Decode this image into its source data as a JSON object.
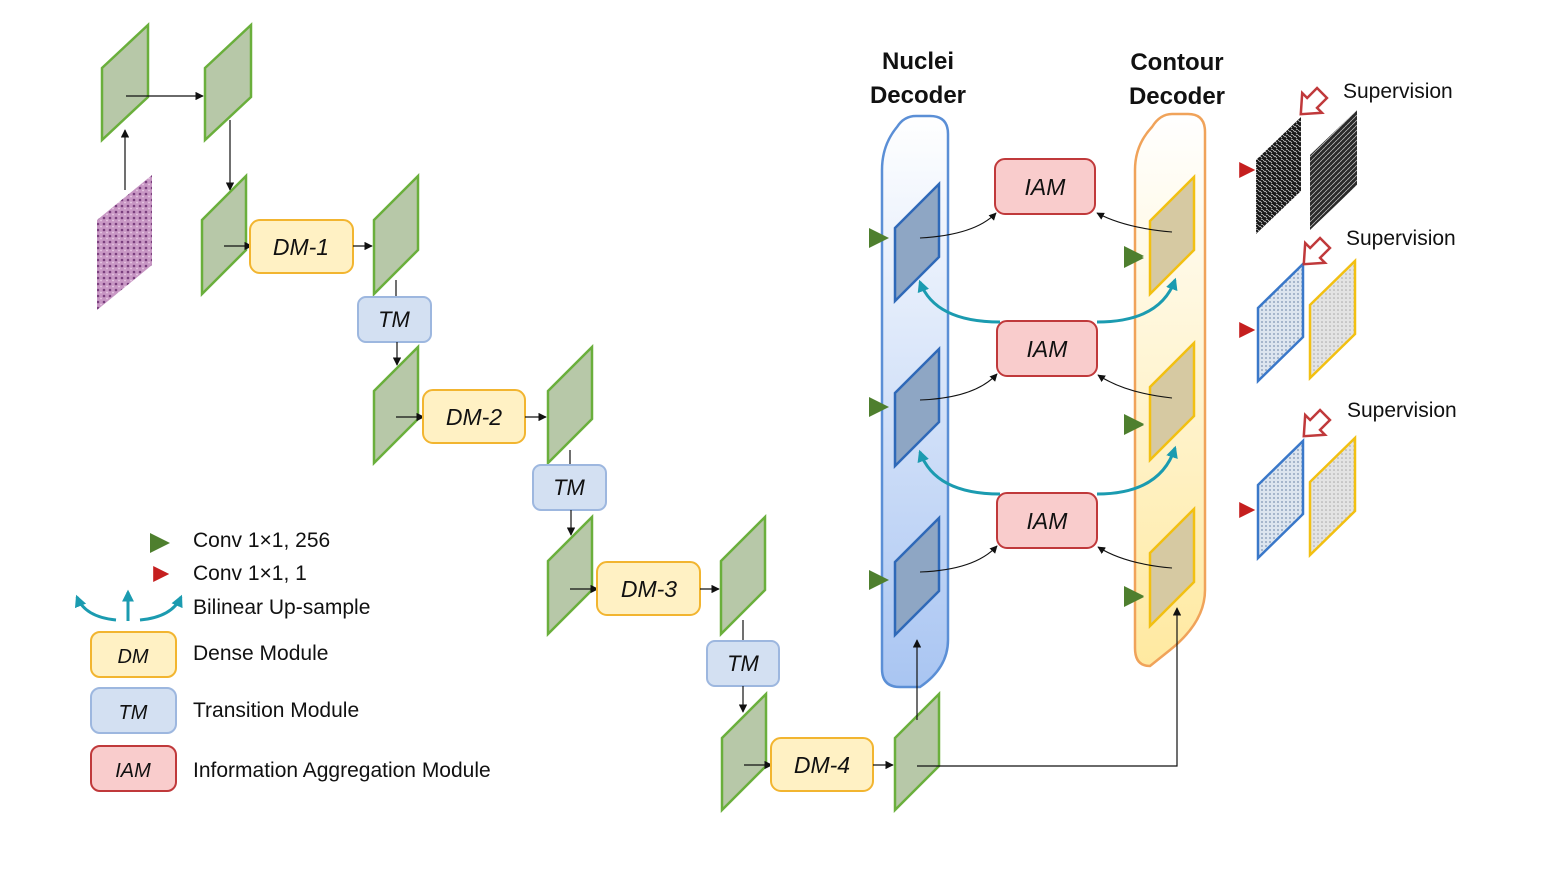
{
  "headers": {
    "nuclei": [
      "Nuclei",
      "Decoder"
    ],
    "contour": [
      "Contour",
      "Decoder"
    ]
  },
  "modules": {
    "dm": [
      "DM-1",
      "DM-2",
      "DM-3",
      "DM-4"
    ],
    "tm": [
      "TM",
      "TM",
      "TM"
    ],
    "iam": [
      "IAM",
      "IAM",
      "IAM"
    ]
  },
  "supervision": [
    "Supervision",
    "Supervision",
    "Supervision"
  ],
  "legend": {
    "conv256": "Conv 1×1, 256",
    "conv1": "Conv 1×1, 1",
    "upsample": "Bilinear Up-sample",
    "dm_key": "DM",
    "dm_desc": "Dense Module",
    "tm_key": "TM",
    "tm_desc": "Transition Module",
    "iam_key": "IAM",
    "iam_desc": "Information Aggregation Module"
  },
  "colors": {
    "green_panel": "#b7c8a8",
    "green_border": "#6aaf3c",
    "dm_fill": "#fff1c4",
    "dm_border": "#f2b530",
    "tm_fill": "#d3e0f2",
    "tm_border": "#9db7df",
    "iam_fill": "#f9cccc",
    "iam_border": "#c0393b",
    "nuclei_panel": "#8ea6c4",
    "contour_panel": "#d6c9a2",
    "teal_arrow": "#1b9bb0",
    "red_arrow": "#c51f1f",
    "dark_green_arrow": "#4e7f2e"
  }
}
